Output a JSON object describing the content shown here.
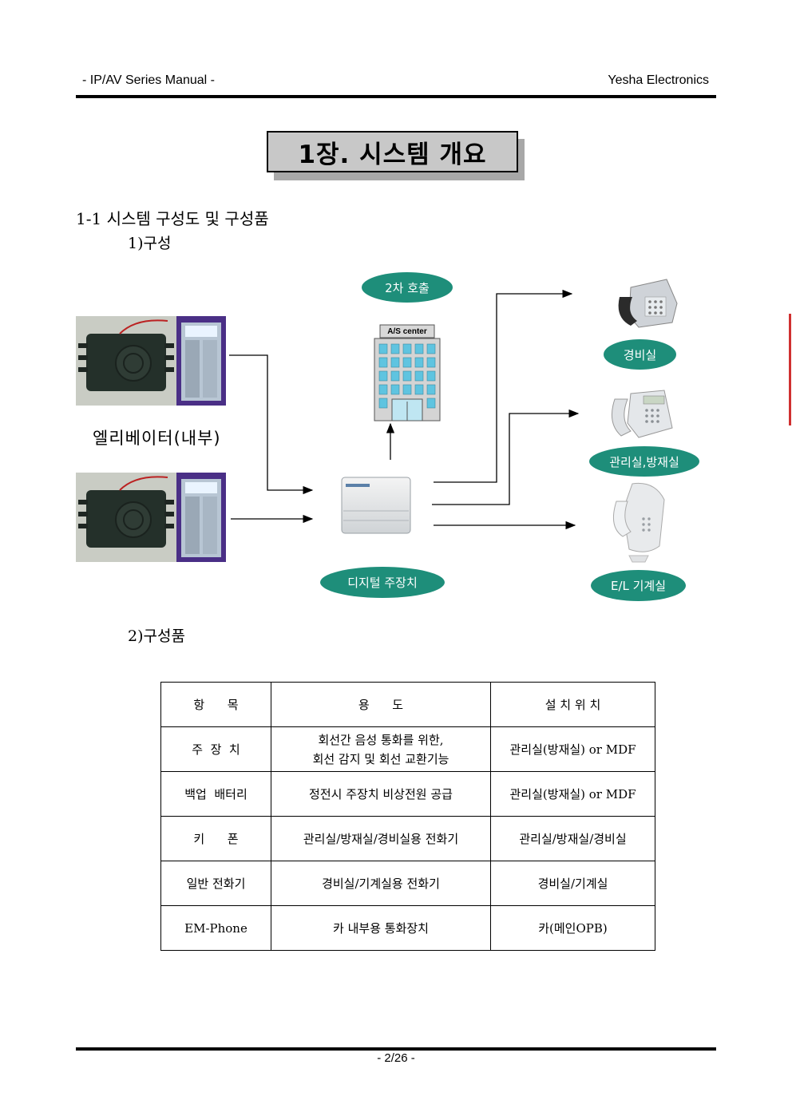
{
  "header": {
    "left": "- IP/AV Series Manual -",
    "right": "Yesha Electronics"
  },
  "chapter_title": "1장. 시스템 개요",
  "section": "1-1 시스템 구성도 및 구성품",
  "sub1": "1)구성",
  "sub2": "2)구성품",
  "diagram": {
    "elevator_label": "엘리베이터(내부)",
    "bubble_second_call": "2차 호출",
    "as_center": "A/S center",
    "bubble_main_unit": "디지털 주장치",
    "bubble_guard": "경비실",
    "bubble_control": "관리실,방재실",
    "bubble_machine": "E/L 기계실"
  },
  "table": {
    "headers": [
      "항      목",
      "용      도",
      "설 치 위 치"
    ],
    "rows": [
      [
        "주  장  치",
        "회선간 음성 통화를 위한,",
        "회선 감지 및 회선 교환기능",
        "관리실(방재실) or MDF"
      ],
      [
        "백업  배터리",
        "정전시 주장치 비상전원 공급",
        "",
        "관리실(방재실) or MDF"
      ],
      [
        "키      폰",
        "관리실/방재실/경비실용 전화기",
        "",
        "관리실/방재실/경비실"
      ],
      [
        "일반 전화기",
        "경비실/기계실용 전화기",
        "",
        "경비실/기계실"
      ],
      [
        "EM-Phone",
        "카 내부용 통화장치",
        "",
        "카(메인OPB)"
      ]
    ]
  },
  "footer": {
    "page": "- 2/26 -"
  }
}
